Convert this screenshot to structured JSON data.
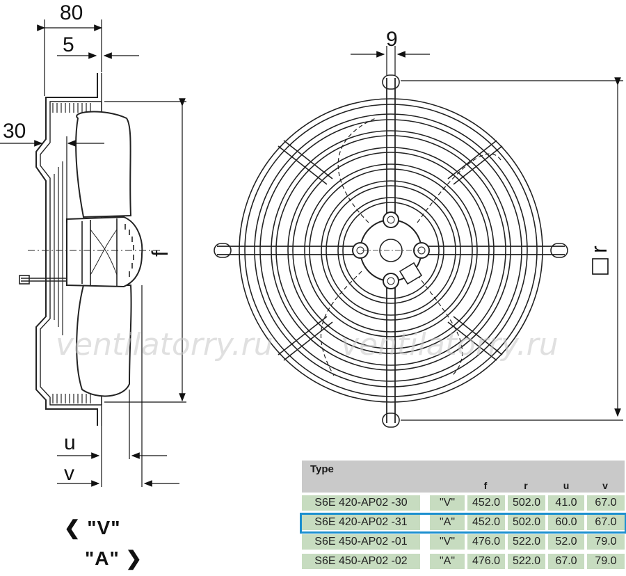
{
  "dimensions": {
    "d80": "80",
    "d5": "5",
    "d30": "30",
    "d9": "9",
    "f": "f",
    "r": "r",
    "u": "u",
    "v": "v"
  },
  "watermark": "ventilatorry.ru",
  "flow": {
    "v_label": "❮ \"V\"",
    "a_label": "\"A\" ❯"
  },
  "table": {
    "title": "Type",
    "headers": [
      "f",
      "r",
      "u",
      "v"
    ],
    "rows": [
      {
        "type": "S6E  420-AP02  -30",
        "dir": "\"V\"",
        "f": "452.0",
        "r": "502.0",
        "u": "41.0",
        "v": "67.0"
      },
      {
        "type": "S6E  420-AP02  -31",
        "dir": "\"A\"",
        "f": "452.0",
        "r": "502.0",
        "u": "60.0",
        "v": "67.0"
      },
      {
        "type": "S6E  450-AP02  -01",
        "dir": "\"V\"",
        "f": "476.0",
        "r": "522.0",
        "u": "52.0",
        "v": "79.0"
      },
      {
        "type": "S6E  450-AP02  -02",
        "dir": "\"A\"",
        "f": "476.0",
        "r": "522.0",
        "u": "67.0",
        "v": "79.0"
      }
    ],
    "highlighted_row": 1,
    "highlight_color": "#1b8fcf",
    "cell_color": "#c7dcc0",
    "header_color": "#c9c9c9"
  }
}
